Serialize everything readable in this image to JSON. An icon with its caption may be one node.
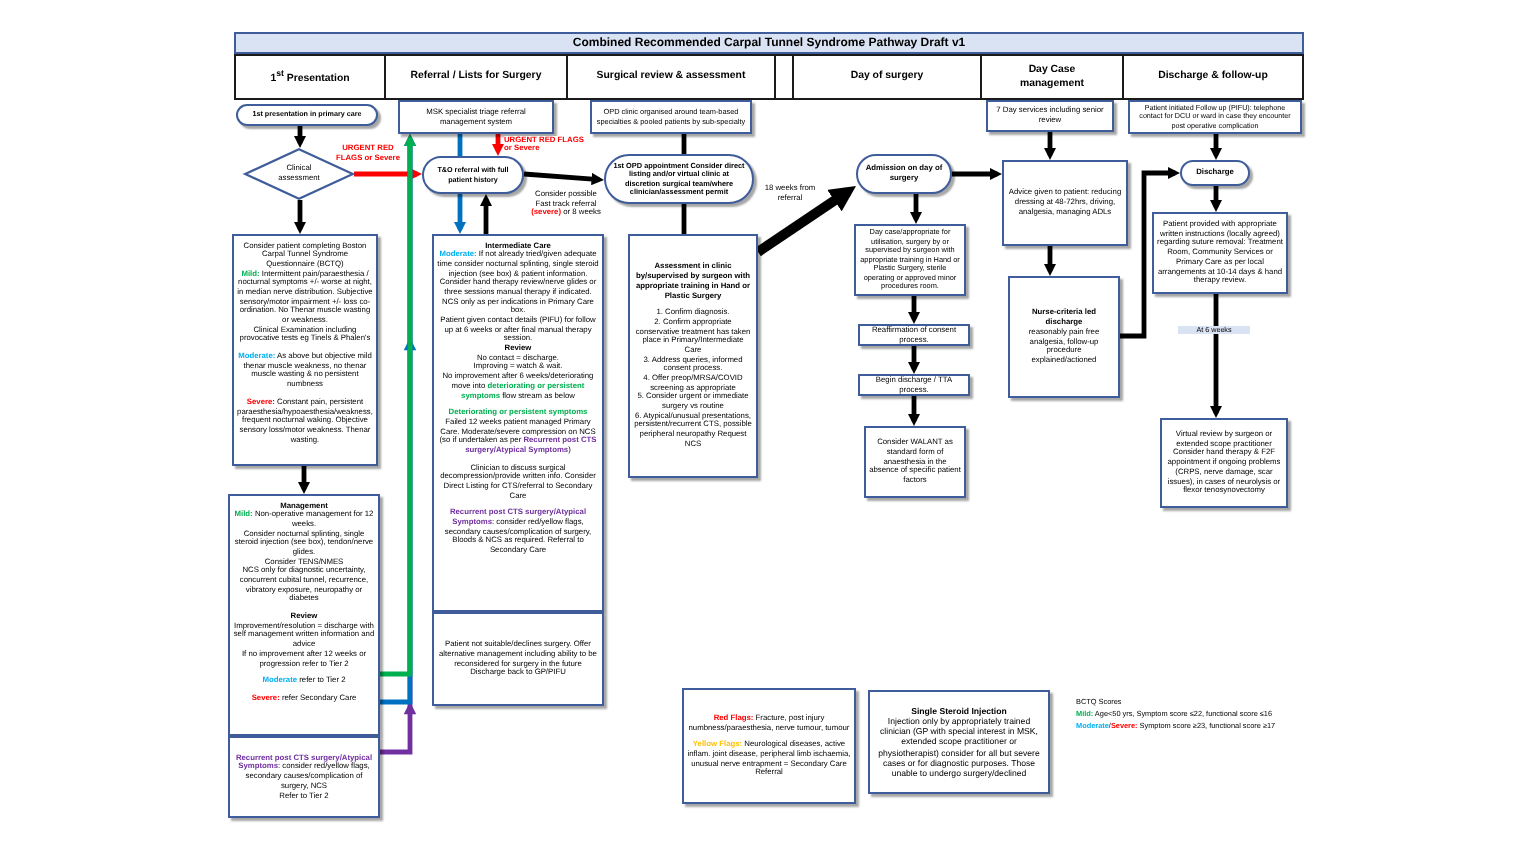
{
  "diagram": {
    "title": "Combined Recommended Carpal Tunnel Syndrome Pathway Draft v1",
    "nodes": [
      {
        "text": [
          "1$^{st}$ Presentation"
        ]
      },
      {
        "text": [
          "Referral / Lists for Surgery"
        ]
      },
      {
        "text": [
          "Surgical review & assessment"
        ]
      },
      {
        "text": [],
        "shape": "box"
      },
      {
        "text": [
          "Day of surgery"
        ]
      },
      {
        "text": [
          "Day Case management"
        ]
      },
      {
        "text": [
          "Discharge & follow-up"
        ]
      },
      {
        "text": [
          "1st presentation in primary care"
        ]
      },
      {
        "text": [
          "Clinical assessment"
        ]
      },
      {
        "text": [
          "Consider patient completing Boston Carpal Tunnel Syndrome Questionnaire (BCTQ)",
          "**Mild:** Intermittent pain/paraesthesia / nocturnal symptoms +/- worse at night, in median nerve distribution. Subjective sensory/motor impairment +/- loss co-ordination. No Thenar muscle wasting or weakness.",
          "Clinical Examination including provocative tests eg Tinels & Phalen's",
          "**Moderate:** As above but objective mild thenar muscle weakness, no thenar muscle wasting & no persistent numbness",
          "**Severe:** Constant pain, persistent paraesthesia/hypoaesthesia/weakness, frequent nocturnal waking. Objective sensory loss/motor weakness. Thenar wasting."
        ]
      },
      {
        "text": [
          "Management",
          "**Mild:** Non-operative management for 12 weeks.",
          "Consider nocturnal splinting, single steroid injection (see box), tendon/nerve glides.",
          "Consider TENS/NMES",
          "NCS only for diagnostic uncertainty, concurrent cubital tunnel, recurrence, vibratory exposure, neuropathy or diabetes",
          "Review",
          "Improvement/resolution = discharge with self management written information and advice",
          "If no improvement after 12 weeks or progression refer to Tier 2",
          "**Moderate** refer to Tier 2",
          "**Severe:** refer Secondary Care"
        ]
      },
      {
        "text": [
          "**Recurrent post CTS surgery/Atypical Symptoms**: consider red/yellow flags, secondary causes/complication of surgery, NCS",
          "Refer to Tier 2"
        ]
      },
      {
        "text": [
          "MSK specialist triage referral management system"
        ]
      },
      {
        "text": [
          "T&O referral with full patient history"
        ]
      },
      {
        "text": [
          "Intermediate Care",
          "**Moderate:** If not already tried/given adequate time consider nocturnal splinting, single steroid injection (see box) & patient information. Consider hand therapy review/nerve glides or three sessions manual therapy if indicated. NCS only as per indications in Primary Care box.",
          "Patient given contact details (PIFU) for follow up at 6 weeks or after final manual therapy session.",
          "Review",
          "No contact = discharge.",
          "Improving = watch & wait.",
          "No improvement after 6 weeks/deteriorating move into **deteriorating or persistent symptoms** flow stream as below",
          "Deteriorating or persistent symptoms",
          "Failed 12 weeks patient managed Primary Care. Moderate/severe compression on NCS (so if undertaken as per **Recurrent post CTS surgery/Atypical Symptoms**)",
          "Clinician to discuss surgical decompression/provide written info. Consider Direct Listing for CTS/referral to Secondary Care",
          "**Recurrent post CTS surgery/Atypical Symptoms**: consider red/yellow flags, secondary causes/complication of surgery, Bloods & NCS as required. Referral to Secondary Care"
        ]
      },
      {
        "text": [
          "Patient not suitable/declines surgery. Offer alternative management including ability to be reconsidered for surgery in the future",
          "Discharge back to GP/PIFU"
        ]
      },
      {
        "text": [
          "OPD clinic organised around team-based specialties & pooled patients by sub-specialty"
        ]
      },
      {
        "text": [
          "1st OPD appointment Consider direct listing and/or virtual clinic at discretion surgical team/where clinician/assessment permit"
        ]
      },
      {
        "text": [
          "Assessment in clinic by/supervised by surgeon with appropriate training in Hand or Plastic Surgery",
          "1. Confirm diagnosis.",
          "2. Confirm appropriate conservative treatment has taken place in Primary/Intermediate Care",
          "3. Address queries, informed consent process.",
          "4. Offer preop/MRSA/COVID screening as appropriate",
          "5. Consider urgent or immediate surgery vs routine",
          "6. Atypical/unusual presentations, persistent/recurrent CTS, possible peripheral neuropathy Request NCS"
        ]
      },
      {
        "text": [
          "Admission on day of surgery"
        ]
      },
      {
        "text": [
          "Day case/appropriate for utilisation, surgery by or supervised by surgeon with appropriate training in Hand or Plastic Surgery, sterile operating or approved minor procedures room."
        ]
      },
      {
        "text": [
          "Reaffirmation of consent process."
        ]
      },
      {
        "text": [
          "Begin discharge / TTA process."
        ]
      },
      {
        "text": [
          "Consider WALANT as standard form of anaesthesia in the absence of specific patient factors"
        ]
      },
      {
        "text": [
          "7 Day services including senior review"
        ]
      },
      {
        "text": [
          "Advice given to patient: reducing dressing at 48-72hrs, driving, analgesia, managing ADLs"
        ]
      },
      {
        "text": [
          "Nurse-criteria led discharge",
          "reasonably pain free analgesia, follow-up procedure explained/actioned"
        ]
      },
      {
        "text": [
          "Patient initiated Follow up (PIFU): telephone contact for DCU or ward in case they encounter post operative complication"
        ]
      },
      {
        "text": [
          "Discharge"
        ]
      },
      {
        "text": [
          "Patient provided with appropriate written instructions (locally agreed) regarding suture removal: Treatment Room, Community Services or Primary Care as per local arrangements at 10-14 days & hand therapy review."
        ]
      },
      {
        "text": [
          "Virtual review by surgeon or extended scope practitioner Consider hand therapy & F2F appointment if ongoing problems (CRPS, nerve damage, scar issues), in cases of neurolysis or flexor tenosynovectomy"
        ]
      },
      {
        "text": [
          "**Red Flags:** Fracture, post injury numbness/paraesthesia, nerve tumour, tumour",
          "**Yellow Flags:** Neurological diseases, active inflam. joint disease, peripheral limb ischaemia, unusual nerve entrapment = Secondary Care Referral"
        ]
      },
      {
        "text": [
          "Single Steroid Injection",
          "Injection only by appropriately trained clinician (GP with special interest in MSK, extended scope practitioner or physiotherapist) consider for all but severe cases or for diagnostic purposes. Those unable to undergo surgery/declined"
        ]
      }
    ],
    "edges": [
      {
        "from": 7,
        "to": 8,
        "arrow": "to"
      },
      {
        "from": 8,
        "to": 13,
        "arrow": "to",
        "color": "#ff0000",
        "label": "URGENT RED FLAGS or Severe"
      },
      {
        "from": 8,
        "to": 9,
        "arrow": "to"
      },
      {
        "from": 9,
        "to": 10,
        "arrow": "to"
      },
      {
        "from": 10,
        "to": 12,
        "arrow": "to",
        "color": "#00b050"
      },
      {
        "from": 10,
        "to": 12,
        "arrow": "to",
        "color": "#0070c0"
      },
      {
        "from": 11,
        "to": 12,
        "arrow": "to",
        "color": "#7030a0"
      },
      {
        "from": 12,
        "to": 13,
        "arrow": "none",
        "color": "#0070c0"
      },
      {
        "from": 12,
        "to": 13,
        "arrow": "to",
        "color": "#ff0000",
        "label": "URGENT RED FLAGS or Severe"
      },
      {
        "from": 13,
        "to": 14,
        "arrow": "to",
        "color": "#0070c0"
      },
      {
        "from": 14,
        "to": 13,
        "arrow": "to"
      },
      {
        "from": 13,
        "to": 17,
        "arrow": "to",
        "label": "Consider possible Fast track referral **(severe)** or 8 weeks"
      },
      {
        "from": 16,
        "to": 17,
        "arrow": "none"
      },
      {
        "from": 17,
        "to": 18,
        "arrow": "none"
      },
      {
        "from": 18,
        "to": 19,
        "arrow": "to",
        "style": "thick",
        "label": "18 weeks from referral"
      },
      {
        "from": 19,
        "to": 20,
        "arrow": "to"
      },
      {
        "from": 20,
        "to": 21,
        "arrow": "to"
      },
      {
        "from": 21,
        "to": 22,
        "arrow": "to"
      },
      {
        "from": 22,
        "to": 23,
        "arrow": "to"
      },
      {
        "from": 19,
        "to": 25,
        "arrow": "to"
      },
      {
        "from": 24,
        "to": 25,
        "arrow": "to"
      },
      {
        "from": 25,
        "to": 26,
        "arrow": "to"
      },
      {
        "from": 26,
        "to": 28,
        "arrow": "to"
      },
      {
        "from": 27,
        "to": 28,
        "arrow": "to"
      },
      {
        "from": 28,
        "to": 29,
        "arrow": "to"
      },
      {
        "from": 29,
        "to": 30,
        "arrow": "to",
        "label": "At 6 weeks"
      }
    ],
    "labels": [
      "BCTQ Scores",
      "**Mild:** Age<50 yrs, Symptom score ≤22, functional score ≤16",
      "**Moderate**/**Severe:** Symptom score ≥23, functional score ≥17"
    ]
  }
}
